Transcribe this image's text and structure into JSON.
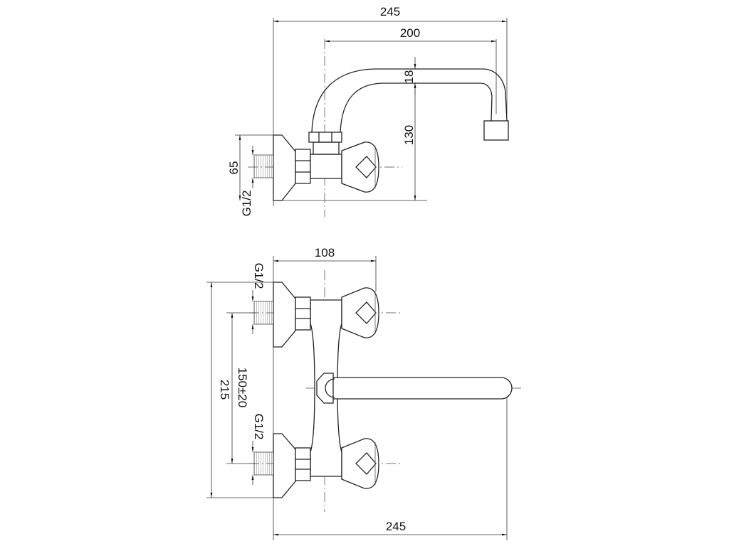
{
  "top_view": {
    "dim_overall_width": "245",
    "dim_spout_reach": "200",
    "dim_spout_tube": "18",
    "dim_spout_height": "130",
    "dim_flange": "65",
    "thread_label": "G1/2"
  },
  "front_view": {
    "dim_knob_spacing": "108",
    "dim_total_height": "215",
    "dim_inlet_spacing": "150±20",
    "thread_label_top": "G1/2",
    "thread_label_bottom": "G1/2",
    "dim_overall_width": "245"
  }
}
